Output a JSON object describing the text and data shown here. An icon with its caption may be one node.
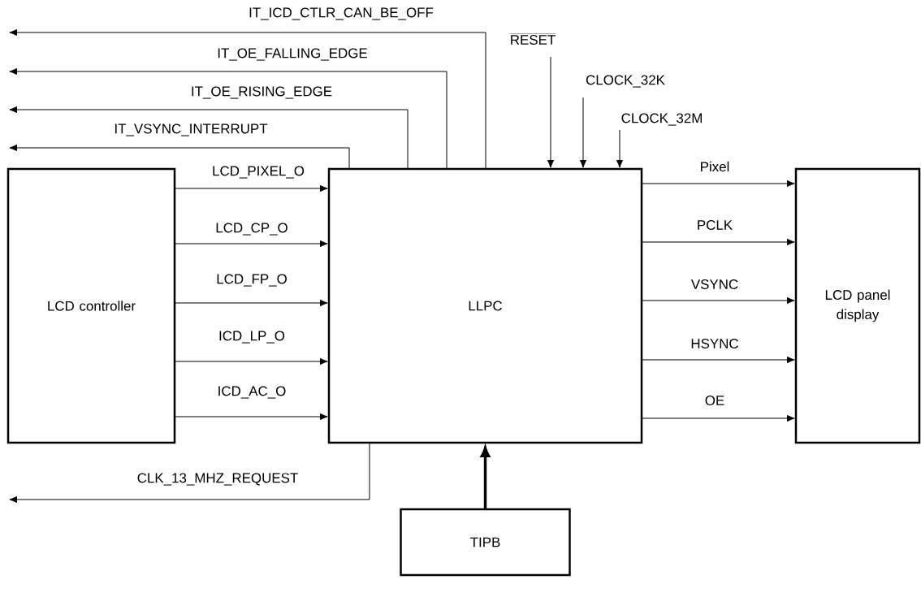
{
  "diagram": {
    "nodes": [
      {
        "text": [
          "LCD controller"
        ]
      },
      {
        "text": [
          "LLPC"
        ]
      },
      {
        "text": [
          "LCD panel display"
        ]
      },
      {
        "text": [
          "TIPB"
        ]
      }
    ],
    "edges": [
      {
        "from": 1,
        "to": null,
        "arrow": "to",
        "label": "IT_ICD_CTLR_CAN_BE_OFF"
      },
      {
        "from": 1,
        "to": null,
        "arrow": "to",
        "label": "IT_OE_FALLING_EDGE"
      },
      {
        "from": 1,
        "to": null,
        "arrow": "to",
        "label": "IT_OE_RISING_EDGE"
      },
      {
        "from": 1,
        "to": null,
        "arrow": "to",
        "label": "IT_VSYNC_INTERRUPT"
      },
      {
        "from": null,
        "to": 1,
        "arrow": "to",
        "label": "RESET"
      },
      {
        "from": null,
        "to": 1,
        "arrow": "to",
        "label": "CLOCK_32K"
      },
      {
        "from": null,
        "to": 1,
        "arrow": "to",
        "label": "CLOCK_32M"
      },
      {
        "from": 0,
        "to": 1,
        "arrow": "to",
        "label": "LCD_PIXEL_O"
      },
      {
        "from": 0,
        "to": 1,
        "arrow": "to",
        "label": "LCD_CP_O"
      },
      {
        "from": 0,
        "to": 1,
        "arrow": "to",
        "label": "LCD_FP_O"
      },
      {
        "from": 0,
        "to": 1,
        "arrow": "to",
        "label": "ICD_LP_O"
      },
      {
        "from": 0,
        "to": 1,
        "arrow": "to",
        "label": "ICD_AC_O"
      },
      {
        "from": 1,
        "to": 2,
        "arrow": "to",
        "label": "Pixel"
      },
      {
        "from": 1,
        "to": 2,
        "arrow": "to",
        "label": "PCLK"
      },
      {
        "from": 1,
        "to": 2,
        "arrow": "to",
        "label": "VSYNC"
      },
      {
        "from": 1,
        "to": 2,
        "arrow": "to",
        "label": "HSYNC"
      },
      {
        "from": 1,
        "to": 2,
        "arrow": "to",
        "label": "OE"
      },
      {
        "from": 1,
        "to": null,
        "arrow": "to",
        "label": "CLK_13_MHZ_REQUEST"
      },
      {
        "from": 3,
        "to": 1,
        "arrow": "to",
        "style": "thick"
      }
    ]
  }
}
